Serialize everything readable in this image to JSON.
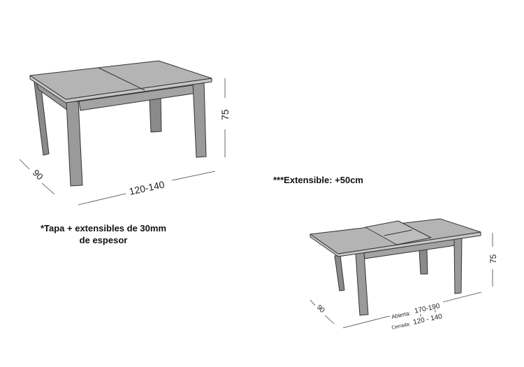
{
  "large_table": {
    "dim_height": "75",
    "dim_depth": "90",
    "dim_width": "120-140"
  },
  "small_table": {
    "dim_height": "75",
    "dim_depth": "90",
    "open_label": "Abierta:",
    "open_value": "170-190",
    "closed_label": "Cerrada:",
    "closed_value": "120 - 140"
  },
  "notes": {
    "top_thickness_line1": "*Tapa + extensibles de 30mm",
    "top_thickness_line2": "de espesor",
    "extensible": "***Extensible: +50cm"
  },
  "colors": {
    "wood": "#a9a9a9",
    "wood_dark": "#7f7f7f",
    "line": "#333333"
  }
}
